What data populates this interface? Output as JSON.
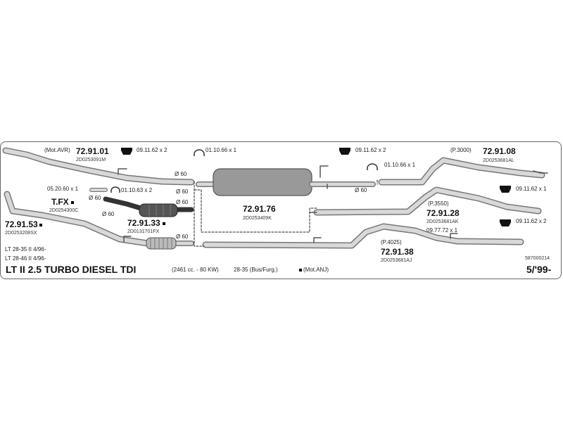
{
  "title": "LT II 2.5 TURBO DIESEL TDI",
  "date": "5/'99-",
  "catalog_code": "587000214",
  "specs": {
    "engine": "(2461 cc. - 80 KW)",
    "variants": "28-35 (Bus/Furg.)",
    "engine_code": "(Mot.ANJ)"
  },
  "model_notes": [
    "LT 28-35 II  4/96-",
    "LT 28-46 II  4/96-"
  ],
  "parts": {
    "front_pipe_a": {
      "number": "72.91.01",
      "code": "2D0253091M",
      "note": "(Mot.AVR)"
    },
    "front_pipe_b": {
      "number": "72.91.53",
      "code": "2D0253208SX"
    },
    "catalyst": {
      "number": "72.91.33",
      "code": "2D0131701FX"
    },
    "tfx": {
      "number": "T.FX",
      "code": "2D0254300C"
    },
    "middle_silencer": {
      "number": "72.91.76",
      "code": "2D0253409K"
    },
    "rear_pipe_3000": {
      "number": "72.91.08",
      "code": "2D0253681AL",
      "note": "(P.3000)"
    },
    "rear_pipe_3550": {
      "number": "72.91.28",
      "code": "2D0253681AK",
      "note": "(P.3550)"
    },
    "rear_pipe_4025": {
      "number": "72.91.38",
      "code": "2D0253681AJ",
      "note": "(P.4025)"
    }
  },
  "hardware": {
    "h1": "09.11.62 x 2",
    "h2": "01.10.66 x 1",
    "h3": "09.11.62 x 2",
    "h4": "01.10.66 x 1",
    "h5": "09.11.62 x 1",
    "h6": "09.11.62 x 2",
    "h7": "09.77.72 x 1",
    "h8": "05.20.60 x 1",
    "h9": "01.10.63 x 2"
  },
  "diameters": {
    "d1": "Ø 60",
    "d2": "Ø 60",
    "d3": "Ø 60",
    "d4": "Ø 60",
    "d5": "Ø 60",
    "d6": "Ø 60",
    "d7": "Ø 60"
  }
}
